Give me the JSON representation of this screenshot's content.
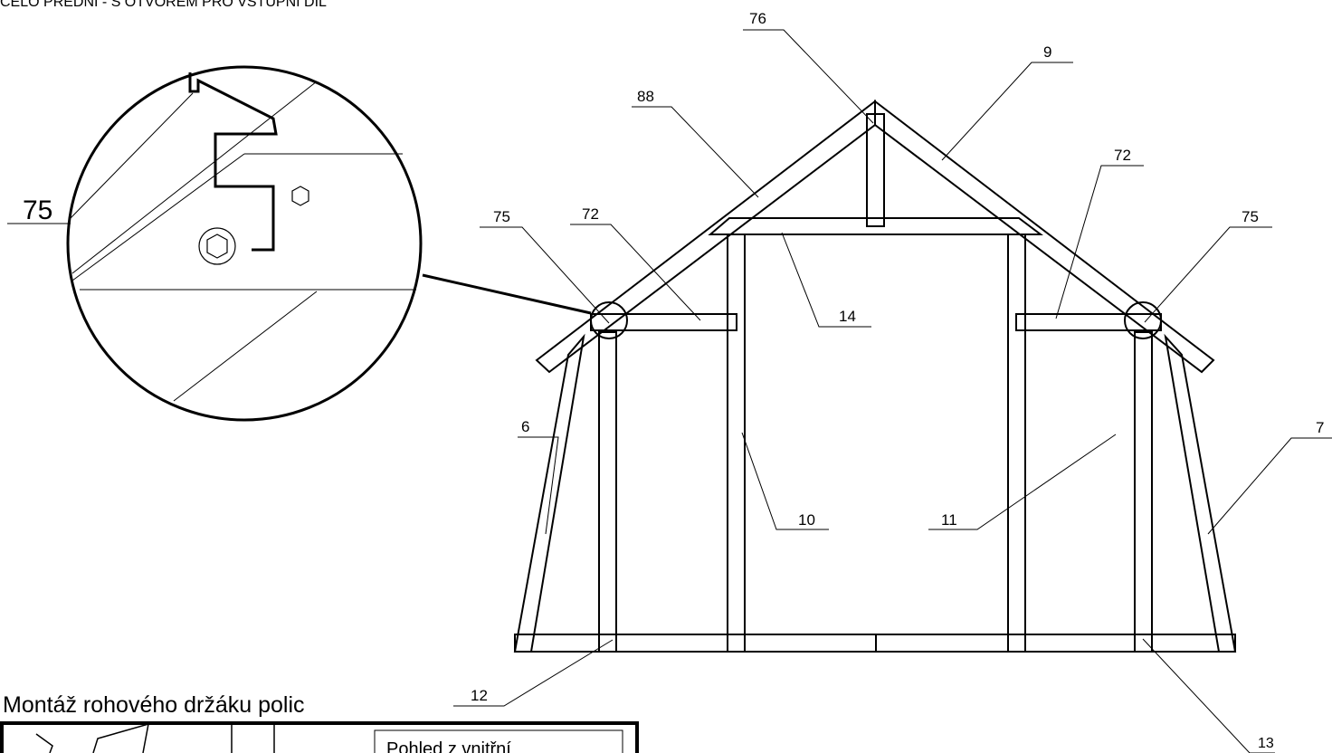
{
  "header_text": "ČELO PŘEDNÍ - S OTVOREM PRO VSTUPNÍ DÍL",
  "detail_label": "75",
  "section_title": "Montáž rohového držáku polic",
  "section_note": "Pohled z vnitřní",
  "callouts": {
    "c76": "76",
    "c9": "9",
    "c88": "88",
    "c72_right": "72",
    "c72_left": "72",
    "c75_left": "75",
    "c75_right": "75",
    "c14": "14",
    "c6": "6",
    "c7": "7",
    "c10": "10",
    "c11": "11",
    "c12": "12",
    "c13": "13"
  },
  "colors": {
    "line": "#000000",
    "background": "#ffffff"
  }
}
